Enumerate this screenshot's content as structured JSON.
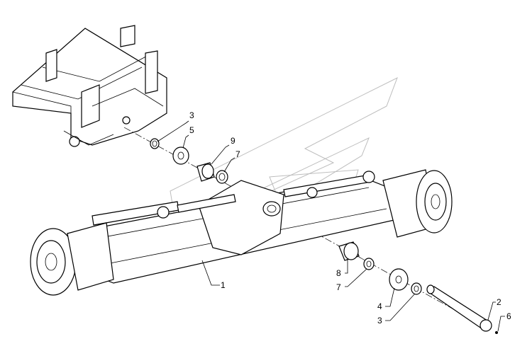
{
  "diagram": {
    "callouts": [
      {
        "id": "c-3-top",
        "text": "3"
      },
      {
        "id": "c-5",
        "text": "5"
      },
      {
        "id": "c-9",
        "text": "9"
      },
      {
        "id": "c-7-top",
        "text": "7"
      },
      {
        "id": "c-1",
        "text": "1"
      },
      {
        "id": "c-8",
        "text": "8"
      },
      {
        "id": "c-7-bottom",
        "text": "7"
      },
      {
        "id": "c-4",
        "text": "4"
      },
      {
        "id": "c-3-bottom",
        "text": "3"
      },
      {
        "id": "c-2",
        "text": "2"
      },
      {
        "id": "c-6",
        "text": "6"
      }
    ]
  }
}
